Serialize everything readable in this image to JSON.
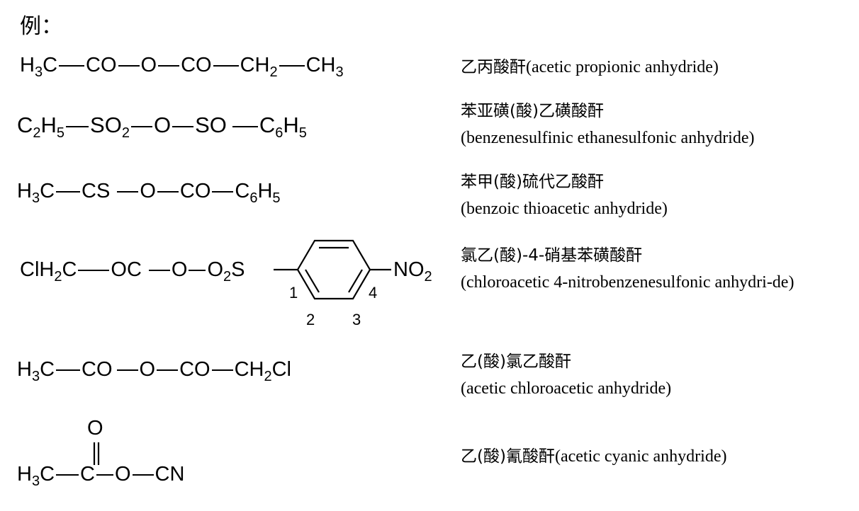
{
  "page_title": "例：",
  "rows": [
    {
      "formula": [
        {
          "t": "H"
        },
        {
          "s": "3"
        },
        {
          "t": "C"
        },
        {
          "b": 36
        },
        {
          "t": "CO"
        },
        {
          "b": 30
        },
        {
          "t": "O"
        },
        {
          "b": 30
        },
        {
          "t": "CO"
        },
        {
          "b": 36
        },
        {
          "t": "CH"
        },
        {
          "s": "2"
        },
        {
          "b": 36
        },
        {
          "t": "CH"
        },
        {
          "s": "3"
        }
      ],
      "name_zh": "乙丙酸酐",
      "name_en": "(acetic propionic anhydride)",
      "inline": true
    },
    {
      "formula": [
        {
          "t": "C"
        },
        {
          "s": "2"
        },
        {
          "t": "H"
        },
        {
          "s": "5"
        },
        {
          "b": 32
        },
        {
          "t": "SO"
        },
        {
          "s": "2"
        },
        {
          "b": 30
        },
        {
          "t": "O"
        },
        {
          "b": 30
        },
        {
          "t": "SO"
        },
        {
          "g": 6
        },
        {
          "b": 36
        },
        {
          "t": "C"
        },
        {
          "s": "6"
        },
        {
          "t": "H"
        },
        {
          "s": "5"
        }
      ],
      "name_zh": "苯亚磺(酸)乙磺酸酐",
      "name_en": "(benzenesulfinic ethanesulfonic anhydride)",
      "inline": false
    },
    {
      "formula": [
        {
          "t": "H"
        },
        {
          "s": "3"
        },
        {
          "t": "C"
        },
        {
          "b": 34
        },
        {
          "t": "CS"
        },
        {
          "g": 8
        },
        {
          "b": 30
        },
        {
          "t": "O"
        },
        {
          "b": 30
        },
        {
          "t": "CO"
        },
        {
          "b": 30
        },
        {
          "t": "C"
        },
        {
          "s": "6"
        },
        {
          "t": "H"
        },
        {
          "s": "5"
        }
      ],
      "name_zh": "苯甲(酸)硫代乙酸酐",
      "name_en": "(benzoic thioacetic anhydride)",
      "inline": false
    },
    {
      "formula": [
        {
          "t": "ClH"
        },
        {
          "s": "2"
        },
        {
          "t": "C"
        },
        {
          "b": 44
        },
        {
          "t": "OC"
        },
        {
          "g": 8
        },
        {
          "b": 30
        },
        {
          "t": "O"
        },
        {
          "b": 24
        },
        {
          "t": "O"
        },
        {
          "s": "2"
        },
        {
          "t": "S"
        }
      ],
      "ring_labels": [
        "1",
        "2",
        "3",
        "4"
      ],
      "ring_substituent": {
        "main": "NO",
        "sub": "2"
      },
      "name_zh": "氯乙(酸)-4-硝基苯磺酸酐",
      "name_en": "(chloroacetic 4-nitrobenzenesulfonic anhydri-de)",
      "inline": false
    },
    {
      "formula": [
        {
          "t": "H"
        },
        {
          "s": "3"
        },
        {
          "t": "C"
        },
        {
          "b": 34
        },
        {
          "t": "CO"
        },
        {
          "g": 4
        },
        {
          "b": 30
        },
        {
          "t": "O"
        },
        {
          "b": 30
        },
        {
          "t": "CO"
        },
        {
          "b": 30
        },
        {
          "t": "CH"
        },
        {
          "s": "2"
        },
        {
          "t": "Cl"
        }
      ],
      "name_zh": "乙(酸)氯乙酸酐",
      "name_en": "(acetic chloroacetic anhydride)",
      "inline": false
    },
    {
      "formula": [
        {
          "t": "H"
        },
        {
          "s": "3"
        },
        {
          "t": "C"
        },
        {
          "b": 32
        },
        {
          "t": "C"
        },
        {
          "b": 24
        },
        {
          "t": "O"
        },
        {
          "b": 30
        },
        {
          "t": "CN"
        }
      ],
      "carbonyl_o": "O",
      "name_zh": "乙(酸)氰酸酐",
      "name_en": "(acetic cyanic anhydride)",
      "inline": true
    }
  ]
}
